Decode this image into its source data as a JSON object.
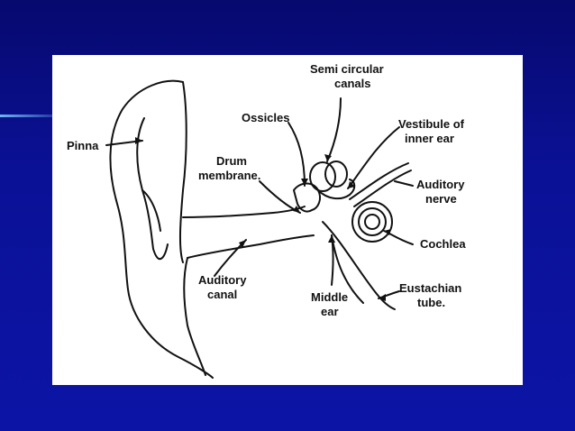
{
  "colors": {
    "background": "#0b1196",
    "card": "#ffffff",
    "ink": "#111111"
  },
  "labels": {
    "pinna": "Pinna",
    "ossicles": "Ossicles",
    "semi_circular_1": "Semi circular",
    "semi_circular_2": "canals",
    "vestibule_1": "Vestibule of",
    "vestibule_2": "inner ear",
    "drum_1": "Drum",
    "drum_2": "membrane.",
    "auditory_nerve_1": "Auditory",
    "auditory_nerve_2": "nerve",
    "cochlea": "Cochlea",
    "auditory_canal_1": "Auditory",
    "auditory_canal_2": "canal",
    "middle_ear_1": "Middle",
    "middle_ear_2": "ear",
    "eustachian_1": "Eustachian",
    "eustachian_2": "tube."
  }
}
